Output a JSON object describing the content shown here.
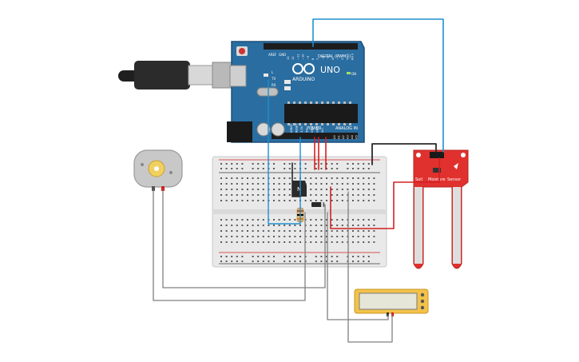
{
  "arduino": {
    "brand": "ARDUINO",
    "model": "UNO",
    "digital_label": "DIGITAL (PWM~)",
    "power_label": "POWER",
    "analog_label": "ANALOG IN",
    "aref_label": "AREF",
    "gnd_label": "GND",
    "tx_label": "TX",
    "rx_label": "RX",
    "l_label": "L",
    "on_label": "ON",
    "power_pins": [
      "IOREF",
      "RESET",
      "3.3V",
      "5V",
      "GND",
      "GND",
      "Vin"
    ],
    "analog_pins": [
      "A0",
      "A1",
      "A2",
      "A3",
      "A4",
      "A5"
    ],
    "digital_pins": [
      "13",
      "12",
      "~11",
      "~10",
      "~9",
      "8",
      "7",
      "~6",
      "~5",
      "4",
      "~3",
      "2",
      "TX 1",
      "RX 0"
    ]
  },
  "transistor": {
    "label": "N"
  },
  "sensor": {
    "title_1": "Soil",
    "title_2": "Moisture",
    "title_3": "Sensor"
  },
  "colors": {
    "board": "#2a6da0",
    "breadboard": "#e9e9e9",
    "wire_red": "#d42020",
    "wire_black": "#2a2a2a",
    "wire_blue": "#1d8fd0",
    "wire_gray": "#808080",
    "sensor_red": "#e0312e",
    "lcd_yellow": "#f2c24a"
  }
}
